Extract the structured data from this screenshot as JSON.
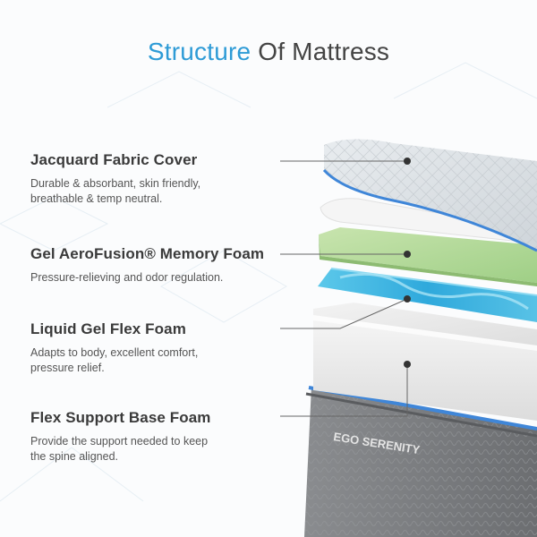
{
  "title": {
    "accent": "Structure",
    "rest": " Of Mattress"
  },
  "layers": [
    {
      "name": "Jacquard Fabric Cover",
      "line1": "Durable & absorbant, skin friendly,",
      "line2": "breathable & temp neutral."
    },
    {
      "name": "Gel AeroFusion® Memory Foam",
      "line1": "Pressure-relieving and odor regulation.",
      "line2": ""
    },
    {
      "name": "Liquid Gel Flex Foam",
      "line1": "Adapts to body, excellent comfort,",
      "line2": "pressure relief."
    },
    {
      "name": "Flex Support Base Foam",
      "line1": "Provide the support needed to keep",
      "line2": "the spine aligned."
    }
  ],
  "brand_label": "EGO SERENITY",
  "colors": {
    "accent": "#2e9bd6",
    "gel": "#3fb8e0",
    "memory_foam": "#b9dba0",
    "base": "#7b7d80",
    "edge_blue": "#3f86d8"
  }
}
